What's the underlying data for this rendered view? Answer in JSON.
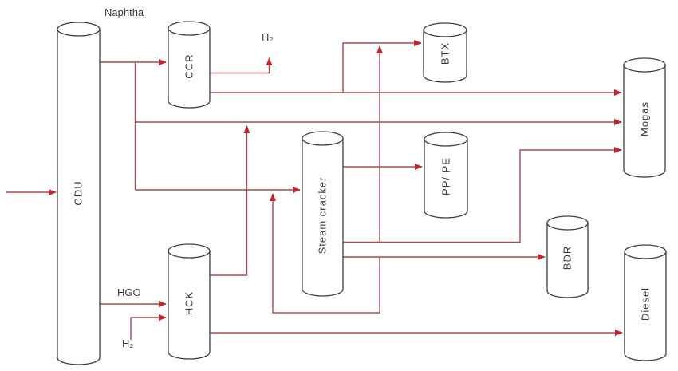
{
  "colors": {
    "line": "#a94a4f",
    "arrow": "#c2262d",
    "outline": "#404040",
    "text": "#3a3a3a",
    "background": "#ffffff"
  },
  "units": {
    "cdu": {
      "label": "CDU"
    },
    "ccr": {
      "label": "CCR"
    },
    "btx": {
      "label": "BTX"
    },
    "ppe": {
      "label": "PP/ PE"
    },
    "steam_cracker": {
      "label": "Steam cracker"
    },
    "hck": {
      "label": "HCK"
    },
    "bdr": {
      "label": "BDR"
    },
    "mogas": {
      "label": "Mogas"
    },
    "diesel": {
      "label": "Diesel"
    }
  },
  "streams": {
    "naphtha": "Naphtha",
    "h2_top": "H₂",
    "hgo": "HGO",
    "h2_bottom": "H₂"
  },
  "connections": [
    {
      "from": "feed",
      "to": "CDU"
    },
    {
      "from": "CDU",
      "to": "CCR",
      "stream": "Naphtha"
    },
    {
      "from": "CDU naphtha line",
      "to": "Mogas"
    },
    {
      "from": "CDU naphtha line",
      "to": "Steam cracker"
    },
    {
      "from": "CCR",
      "to": "H₂ offgas"
    },
    {
      "from": "CCR",
      "to": "Mogas"
    },
    {
      "from": "CCR-Mogas line",
      "to": "BTX"
    },
    {
      "from": "Steam cracker",
      "to": "PP/ PE"
    },
    {
      "from": "Steam cracker",
      "to": "Mogas"
    },
    {
      "from": "Steam cracker-Mogas line",
      "to": "BTX"
    },
    {
      "from": "Steam cracker",
      "to": "BDR"
    },
    {
      "from": "Steam cracker-BDR line",
      "to": "Steam cracker feed (recycle)"
    },
    {
      "from": "CDU",
      "to": "HCK",
      "stream": "HGO"
    },
    {
      "from": "H₂",
      "to": "HCK"
    },
    {
      "from": "HCK",
      "to": "Mogas line"
    },
    {
      "from": "HCK",
      "to": "Diesel"
    }
  ]
}
